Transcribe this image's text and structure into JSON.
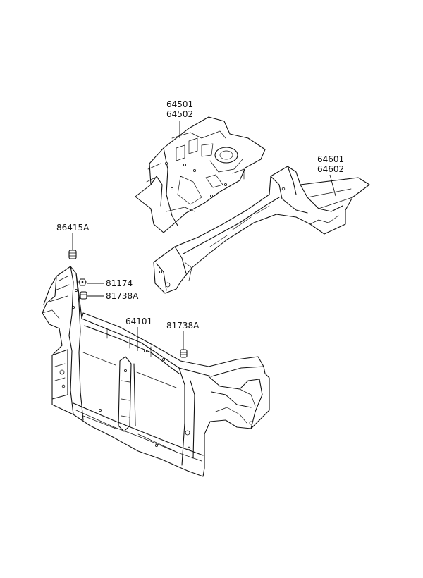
{
  "labels": {
    "apron_upper_1": "64501",
    "apron_upper_2": "64502",
    "member_1": "64601",
    "member_2": "64602",
    "grommet_top": "86415A",
    "bolt": "81174",
    "plug_left": "81738A",
    "panel_assy": "64101",
    "plug_right": "81738A"
  }
}
